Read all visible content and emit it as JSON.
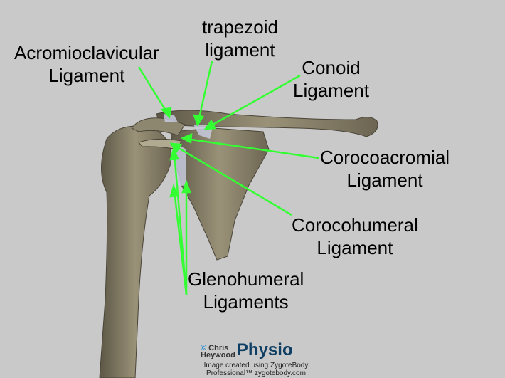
{
  "labels": {
    "acromioclavicular": [
      "Acromioclavicular",
      "Ligament"
    ],
    "trapezoid": [
      "trapezoid",
      "ligament"
    ],
    "conoid": [
      "Conoid",
      "Ligament"
    ],
    "corocoacromial": [
      "Corocoacromial",
      "Ligament"
    ],
    "corocohumeral": [
      "Corocohumeral",
      "Ligament"
    ],
    "glenohumeral": [
      "Glenohumeral",
      "Ligaments"
    ]
  },
  "logo": {
    "copyright": "©",
    "name_first": "Chris",
    "name_last": "Heywood",
    "brand": "Physio"
  },
  "credit": [
    "Image created using ZygoteBody",
    "Professional™ zygotebody.com"
  ],
  "colors": {
    "background": "#c9c9c9",
    "arrow": "#33ff33",
    "bone": "#8a8266"
  }
}
